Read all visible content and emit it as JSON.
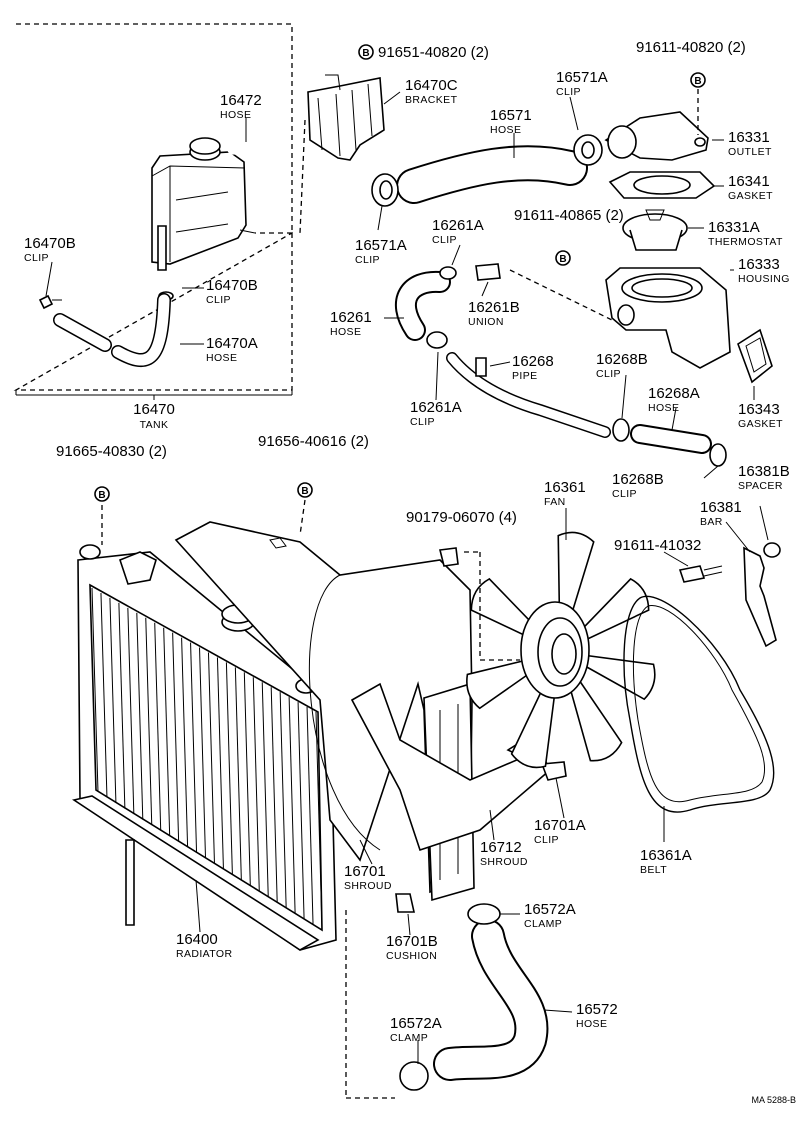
{
  "figure_code": "MA 5288-B",
  "bolt_symbol": "B",
  "parts": [
    {
      "id": "p16470",
      "number": "16470",
      "name": "TANK"
    },
    {
      "id": "p16472",
      "number": "16472",
      "name": "HOSE"
    },
    {
      "id": "p16470b_1",
      "number": "16470B",
      "name": "CLIP"
    },
    {
      "id": "p16470b_2",
      "number": "16470B",
      "name": "CLIP"
    },
    {
      "id": "p16470a",
      "number": "16470A",
      "name": "HOSE"
    },
    {
      "id": "p16470c",
      "number": "16470C",
      "name": "BRACKET"
    },
    {
      "id": "p91651",
      "number": "91651-40820 (2)",
      "name": ""
    },
    {
      "id": "p16571",
      "number": "16571",
      "name": "HOSE"
    },
    {
      "id": "p16571a_1",
      "number": "16571A",
      "name": "CLIP"
    },
    {
      "id": "p16571a_2",
      "number": "16571A",
      "name": "CLIP"
    },
    {
      "id": "p91611_820",
      "number": "91611-40820 (2)",
      "name": ""
    },
    {
      "id": "p16331",
      "number": "16331",
      "name": "OUTLET"
    },
    {
      "id": "p16341",
      "number": "16341",
      "name": "GASKET"
    },
    {
      "id": "p91611_865",
      "number": "91611-40865 (2)",
      "name": ""
    },
    {
      "id": "p16331a",
      "number": "16331A",
      "name": "THERMOSTAT"
    },
    {
      "id": "p16333",
      "number": "16333",
      "name": "HOUSING"
    },
    {
      "id": "p16261a_1",
      "number": "16261A",
      "name": "CLIP"
    },
    {
      "id": "p16261b",
      "number": "16261B",
      "name": "UNION"
    },
    {
      "id": "p16261",
      "number": "16261",
      "name": "HOSE"
    },
    {
      "id": "p16268",
      "number": "16268",
      "name": "PIPE"
    },
    {
      "id": "p16261a_2",
      "number": "16261A",
      "name": "CLIP"
    },
    {
      "id": "p16268b_1",
      "number": "16268B",
      "name": "CLIP"
    },
    {
      "id": "p16268a",
      "number": "16268A",
      "name": "HOSE"
    },
    {
      "id": "p16343",
      "number": "16343",
      "name": "GASKET"
    },
    {
      "id": "p16268b_2",
      "number": "16268B",
      "name": "CLIP"
    },
    {
      "id": "p91665",
      "number": "91665-40830 (2)",
      "name": ""
    },
    {
      "id": "p91656",
      "number": "91656-40616 (2)",
      "name": ""
    },
    {
      "id": "p16361",
      "number": "16361",
      "name": "FAN"
    },
    {
      "id": "p16381b",
      "number": "16381B",
      "name": "SPACER"
    },
    {
      "id": "p90179",
      "number": "90179-06070 (4)",
      "name": ""
    },
    {
      "id": "p16381",
      "number": "16381",
      "name": "BAR"
    },
    {
      "id": "p91611_41032",
      "number": "91611-41032",
      "name": ""
    },
    {
      "id": "p16701a",
      "number": "16701A",
      "name": "CLIP"
    },
    {
      "id": "p16712",
      "number": "16712",
      "name": "SHROUD"
    },
    {
      "id": "p16361a",
      "number": "16361A",
      "name": "BELT"
    },
    {
      "id": "p16701",
      "number": "16701",
      "name": "SHROUD"
    },
    {
      "id": "p16572a_1",
      "number": "16572A",
      "name": "CLAMP"
    },
    {
      "id": "p16400",
      "number": "16400",
      "name": "RADIATOR"
    },
    {
      "id": "p16701b",
      "number": "16701B",
      "name": "CUSHION"
    },
    {
      "id": "p16572",
      "number": "16572",
      "name": "HOSE"
    },
    {
      "id": "p16572a_2",
      "number": "16572A",
      "name": "CLAMP"
    }
  ]
}
